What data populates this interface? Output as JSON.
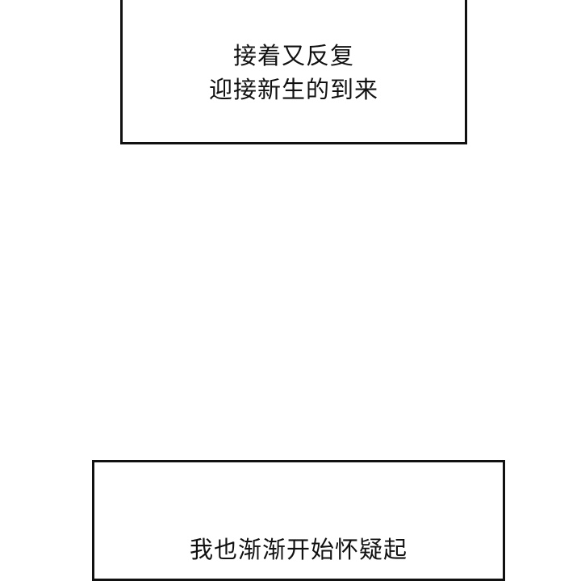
{
  "panels": [
    {
      "lines": [
        "接着又反复",
        "迎接新生的到来"
      ]
    },
    {
      "lines": [
        "我也渐渐开始怀疑起"
      ]
    }
  ],
  "colors": {
    "background": "#ffffff",
    "border": "#111111",
    "text": "#111111"
  }
}
